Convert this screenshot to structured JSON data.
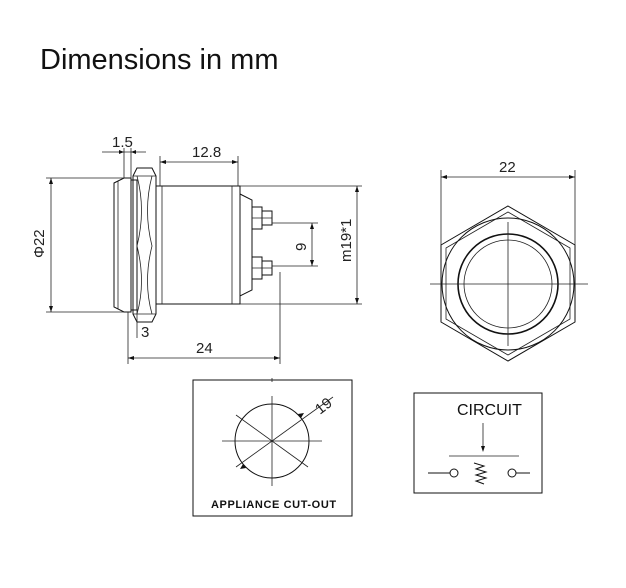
{
  "title": "Dimensions in mm",
  "side_view": {
    "dim_1_5": "1.5",
    "dim_12_8": "12.8",
    "dim_diameter": "Φ22",
    "dim_9": "9",
    "dim_thread": "m19*1",
    "dim_3": "3",
    "dim_24": "24"
  },
  "front_view": {
    "dim_22": "22"
  },
  "cutout": {
    "dim_19": "19",
    "label": "APPLIANCE CUT-OUT"
  },
  "circuit": {
    "label": "CIRCUIT"
  }
}
